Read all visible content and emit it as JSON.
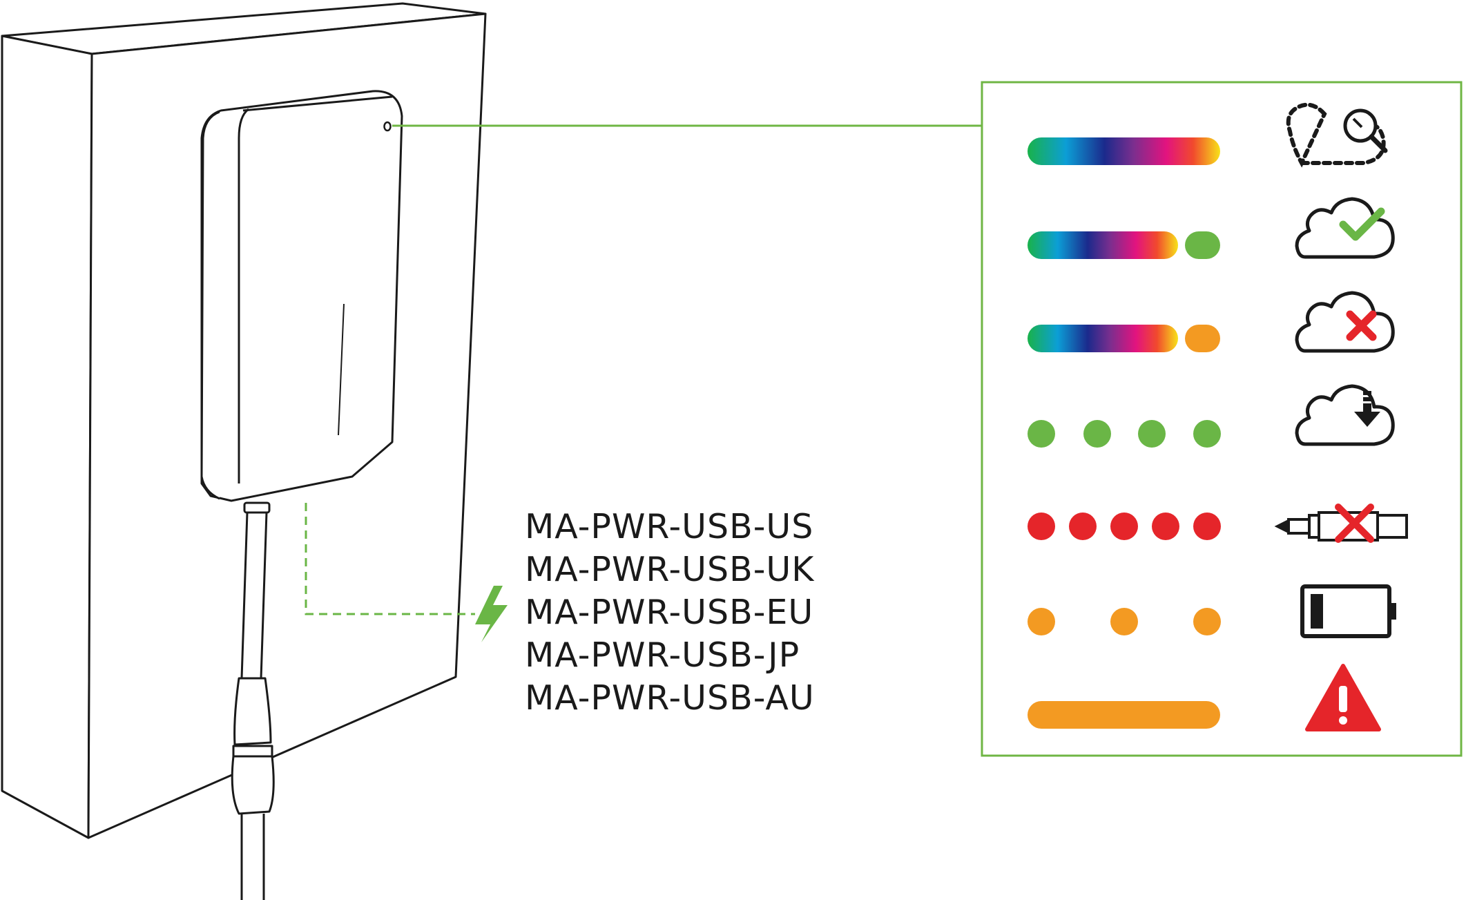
{
  "models": [
    "MA-PWR-USB-US",
    "MA-PWR-USB-UK",
    "MA-PWR-USB-EU",
    "MA-PWR-USB-JP",
    "MA-PWR-USB-AU"
  ],
  "colors": {
    "outline": "#1a1a1a",
    "panel_border": "#6fb644",
    "green": "#6ab646",
    "red": "#e5252a",
    "orange": "#f39a22",
    "rainbow": [
      "#19b24a",
      "#0c9ed6",
      "#1b2a8c",
      "#7b2e8e",
      "#e2137f",
      "#f14a2d",
      "#f7e21a"
    ]
  },
  "led_legend": [
    {
      "pattern": "rainbow-bar",
      "icon": "cloud-search-icon"
    },
    {
      "pattern": "rainbow-bar-then-green-dot",
      "icon": "cloud-check-icon"
    },
    {
      "pattern": "rainbow-bar-then-orange-dot",
      "icon": "cloud-error-icon"
    },
    {
      "pattern": "4-green-blinks",
      "icon": "cloud-download-icon"
    },
    {
      "pattern": "5-red-blinks",
      "icon": "disconnected-cable-icon"
    },
    {
      "pattern": "3-orange-blinks",
      "icon": "low-battery-icon"
    },
    {
      "pattern": "solid-orange-bar",
      "icon": "warning-icon"
    }
  ]
}
